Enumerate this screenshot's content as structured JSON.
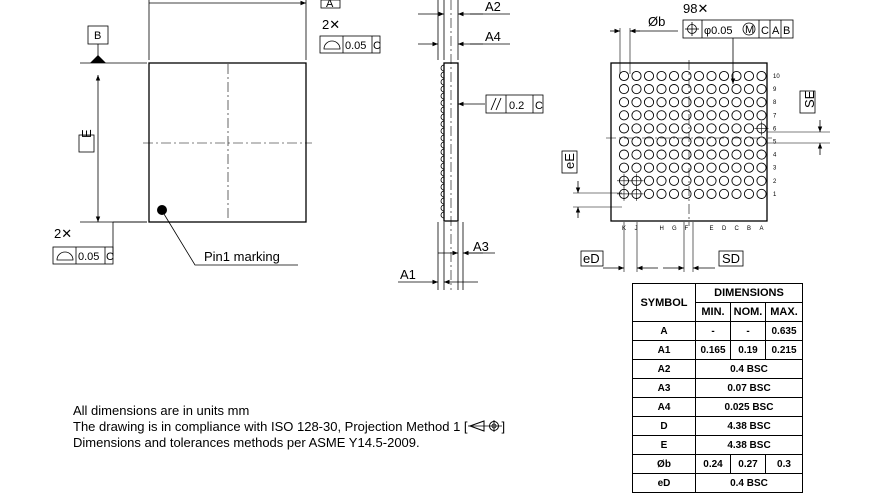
{
  "labels": {
    "datum_b": "B",
    "datum_a": "A",
    "e_dim": "E",
    "a2": "A2",
    "a4": "A4",
    "a3": "A3",
    "a1": "A1",
    "phi_b": "Øb",
    "ball_count": "98✕",
    "se": "SE",
    "ee": "eE",
    "ed": "eD",
    "sd": "SD",
    "pin1": "Pin1 marking",
    "count_2x_top": "2✕",
    "count_2x_bottom": "2✕"
  },
  "fcf": {
    "flatness_top": {
      "value": "0.05",
      "datum": "C"
    },
    "flatness_bottom": {
      "value": "0.05",
      "datum": "C"
    },
    "parallel": {
      "value": "0.2",
      "datum": "C"
    },
    "position": {
      "value": "φ0.05",
      "modifier": "M",
      "datum1": "C",
      "datum2": "A",
      "datum3": "B"
    }
  },
  "row_numbers": [
    "10",
    "9",
    "8",
    "7",
    "6",
    "5",
    "4",
    "3",
    "2",
    "1"
  ],
  "col_letters": [
    "K",
    "J",
    "",
    "H",
    "G",
    "F",
    "",
    "E",
    "D",
    "C",
    "B",
    "A"
  ],
  "notes": [
    "All dimensions are in units mm",
    "The drawing is in compliance with ISO 128-30, Projection Method 1 [",
    "Dimensions and tolerances methods per ASME Y14.5-2009."
  ],
  "notes_suffix": "]",
  "table": {
    "header_symbol": "SYMBOL",
    "header_dimensions": "DIMENSIONS",
    "header_min": "MIN.",
    "header_nom": "NOM.",
    "header_max": "MAX.",
    "rows": [
      {
        "symbol": "A",
        "min": "-",
        "nom": "-",
        "max": "0.635"
      },
      {
        "symbol": "A1",
        "min": "0.165",
        "nom": "0.19",
        "max": "0.215"
      },
      {
        "symbol": "A2",
        "bsc": "0.4 BSC"
      },
      {
        "symbol": "A3",
        "bsc": "0.07 BSC"
      },
      {
        "symbol": "A4",
        "bsc": "0.025 BSC"
      },
      {
        "symbol": "D",
        "bsc": "4.38 BSC"
      },
      {
        "symbol": "E",
        "bsc": "4.38 BSC"
      },
      {
        "symbol": "Øb",
        "min": "0.24",
        "nom": "0.27",
        "max": "0.3"
      },
      {
        "symbol": "eD",
        "bsc": "0.4 BSC"
      }
    ]
  }
}
